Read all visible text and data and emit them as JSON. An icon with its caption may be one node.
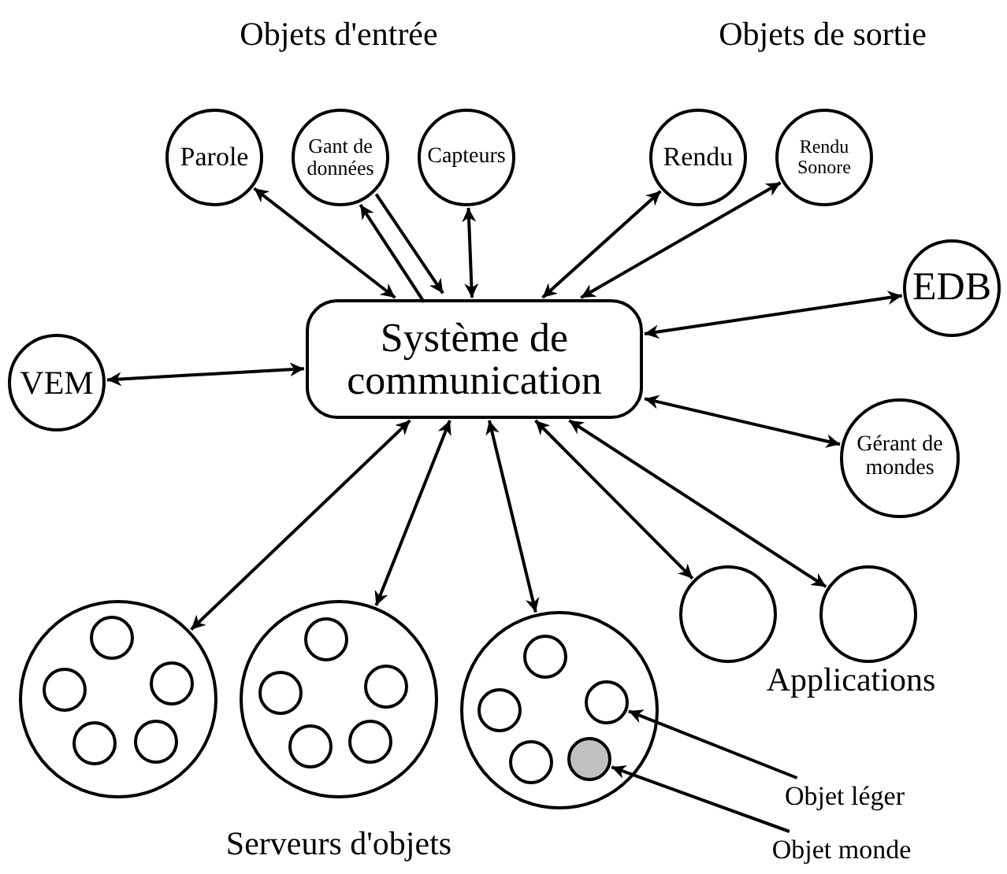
{
  "diagram": {
    "nodes": [
      {
        "text": [
          "Système de communication"
        ]
      },
      {
        "text": [
          "Parole"
        ]
      },
      {
        "text": [
          "Gant de données"
        ]
      },
      {
        "text": [
          "Capteurs"
        ]
      },
      {
        "text": [
          "Rendu"
        ]
      },
      {
        "text": [
          "Rendu Sonore"
        ]
      },
      {
        "text": [
          "EDB"
        ]
      },
      {
        "text": [
          "Gérant de mondes"
        ]
      },
      {
        "text": [
          "VEM"
        ]
      },
      {
        "text": [],
        "shape": "circle"
      },
      {
        "text": [],
        "shape": "circle",
        "in": 9
      },
      {
        "text": [],
        "shape": "circle",
        "in": 9
      },
      {
        "text": [],
        "shape": "circle",
        "in": 9
      },
      {
        "text": [],
        "shape": "circle",
        "in": 9
      },
      {
        "text": [],
        "shape": "circle",
        "in": 9
      },
      {
        "text": [],
        "shape": "circle"
      },
      {
        "text": [],
        "shape": "circle",
        "in": 15
      },
      {
        "text": [],
        "shape": "circle",
        "in": 15
      },
      {
        "text": [],
        "shape": "circle",
        "in": 15
      },
      {
        "text": [],
        "shape": "circle",
        "in": 15
      },
      {
        "text": [],
        "shape": "circle",
        "in": 15
      },
      {
        "text": [],
        "shape": "circle"
      },
      {
        "text": [],
        "shape": "circle",
        "in": 21
      },
      {
        "text": [],
        "shape": "circle",
        "in": 21
      },
      {
        "text": [],
        "shape": "circle",
        "in": 21
      },
      {
        "text": [],
        "shape": "circle",
        "in": 21
      },
      {
        "text": [],
        "shape": "circle",
        "in": 21
      },
      {
        "text": [],
        "shape": "circle"
      },
      {
        "text": [],
        "shape": "circle"
      },
      {
        "text": [
          "Objet léger"
        ]
      },
      {
        "text": [
          "Objet monde"
        ]
      }
    ],
    "edges": [
      {
        "from": 0,
        "to": 1,
        "arrow": "both"
      },
      {
        "from": 0,
        "to": 2,
        "arrow": "to"
      },
      {
        "from": 2,
        "to": 0,
        "arrow": "to"
      },
      {
        "from": 0,
        "to": 3,
        "arrow": "both"
      },
      {
        "from": 0,
        "to": 4,
        "arrow": "both"
      },
      {
        "from": 0,
        "to": 5,
        "arrow": "both"
      },
      {
        "from": 0,
        "to": 6,
        "arrow": "both"
      },
      {
        "from": 0,
        "to": 7,
        "arrow": "both"
      },
      {
        "from": 0,
        "to": 8,
        "arrow": "both"
      },
      {
        "from": 0,
        "to": 9,
        "arrow": "both"
      },
      {
        "from": 0,
        "to": 15,
        "arrow": "both"
      },
      {
        "from": 0,
        "to": 21,
        "arrow": "both"
      },
      {
        "from": 0,
        "to": 27,
        "arrow": "both"
      },
      {
        "from": 0,
        "to": 28,
        "arrow": "both"
      },
      {
        "from": 29,
        "to": 24,
        "arrow": "to"
      },
      {
        "from": 30,
        "to": 26,
        "arrow": "to"
      }
    ],
    "labels": [
      "Objets d'entrée",
      "Objets de sortie",
      "Applications",
      "Serveurs d'objets"
    ]
  }
}
